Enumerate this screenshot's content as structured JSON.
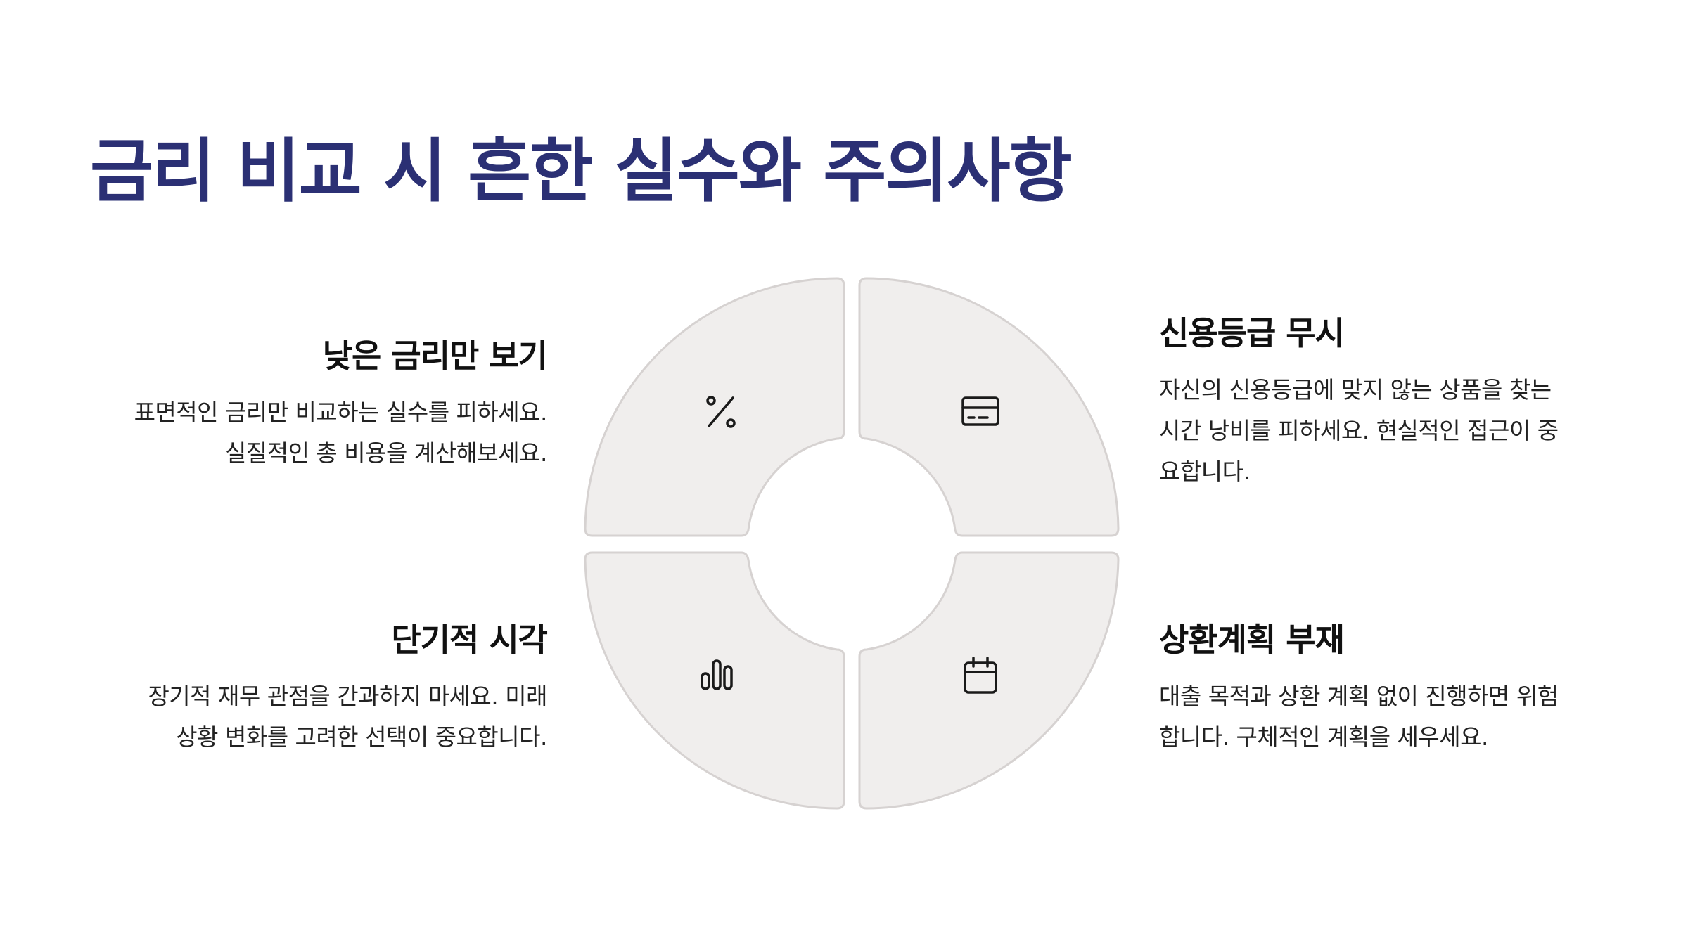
{
  "title": "금리 비교 시 흔한 실수와 주의사항",
  "colors": {
    "title": "#2b3074",
    "segment_fill": "#f0eeed",
    "segment_stroke": "#d6d2d1",
    "icon": "#1a1a1a"
  },
  "items": {
    "low_rate": {
      "title": "낮은 금리만 보기",
      "desc_lines": [
        "표면적인 금리만 비교하는 실수를 피하세요.",
        "실질적인 총 비용을 계산해보세요."
      ],
      "icon": "percent-icon"
    },
    "credit": {
      "title": "신용등급 무시",
      "desc_lines": [
        "자신의 신용등급에 맞지 않는 상품을 찾는",
        "시간 낭비를 피하세요. 현실적인 접근이 중",
        "요합니다."
      ],
      "icon": "credit-card-icon"
    },
    "short_term": {
      "title": "단기적 시각",
      "desc_lines": [
        "장기적 재무 관점을 간과하지 마세요. 미래",
        "상황 변화를 고려한 선택이 중요합니다."
      ],
      "icon": "bar-chart-icon"
    },
    "repay": {
      "title": "상환계획 부재",
      "desc_lines": [
        "대출 목적과 상환 계획 없이 진행하면 위험",
        "합니다. 구체적인 계획을 세우세요."
      ],
      "icon": "calendar-icon"
    }
  }
}
